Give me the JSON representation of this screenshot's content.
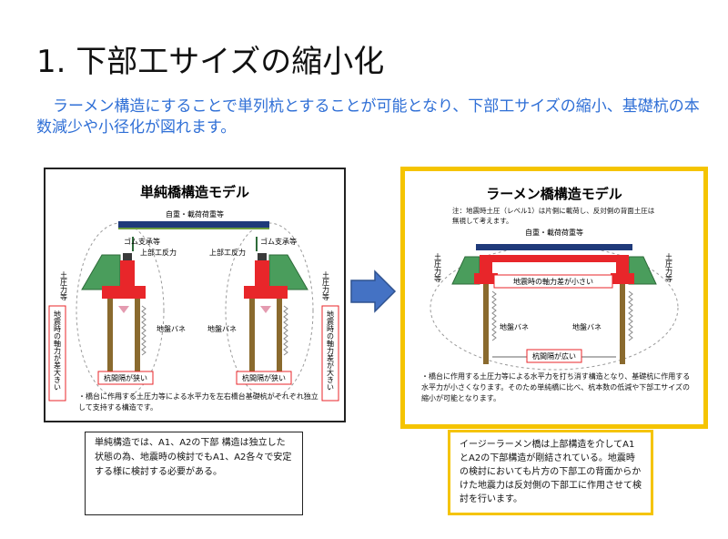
{
  "slide": {
    "title": "1. 下部工サイズの縮小化",
    "subtitle": "ラーメン構造にすることで単列杭とすることが可能となり、下部工サイズの縮小、基礎杭の本数減少や小径化が図れます。"
  },
  "left_model": {
    "heading": "単純橋構造モデル",
    "load": "自重・載荷荷重等",
    "rubber_l": "ゴム支承等",
    "rubber_r": "ゴム支承等",
    "reaction_l": "上部工反力",
    "reaction_r": "上部工反力",
    "earth_l": "土圧力等",
    "earth_r": "土圧力等",
    "spring_l": "地盤バネ",
    "spring_r": "地盤バネ",
    "axial_l": "地震時の軸力が差大きい",
    "axial_r": "地震時の軸力差が大きい",
    "pile_l": "杭間隔が狭い",
    "pile_r": "杭間隔が狭い",
    "note": "・橋台に作用する土圧力等による水平力を左右橋台基礎杭がそれぞれ独立して支持する構造です。",
    "caption": "単純構造では、A1、A2の下部 構造は独立した状態の為、地震時の検討でもA1、A2各々で安定する様に検討する必要がある。"
  },
  "right_model": {
    "heading": "ラーメン橋構造モデル",
    "note_top": "注：地震時土圧（レベル1）は片側に載荷し、反対側の背面土圧は無視して考えます。",
    "load": "自重・載荷荷重等",
    "earth_l": "土圧力等",
    "earth_r": "土圧力等",
    "axial": "地震時の軸力差が小さい",
    "spring_l": "地盤バネ",
    "spring_r": "地盤バネ",
    "pile": "杭間隔が広い",
    "note": "・橋台に作用する土圧力等による水平力を打ち消す構造となり、基礎杭に作用する水平力が小さくなります。そのため単純橋に比べ、杭本数の低減や下部工サイズの縮小が可能となります。",
    "caption": "イージーラーメン橋は上部構造を介してA1とA2の下部構造が剛結されている。地震時の検討においても片方の下部工の背面からかけた地震力は反対側の下部工に作用させて検討を行います。"
  },
  "colors": {
    "accent_blue": "#2f6fd6",
    "highlight_yellow": "#f5c400",
    "abutment_red": "#e8262a",
    "soil_green": "#4a9d5c",
    "girder_navy": "#1f3a7a",
    "pile_brown": "#8a6a2e",
    "arrow_blue": "#4472c4"
  }
}
